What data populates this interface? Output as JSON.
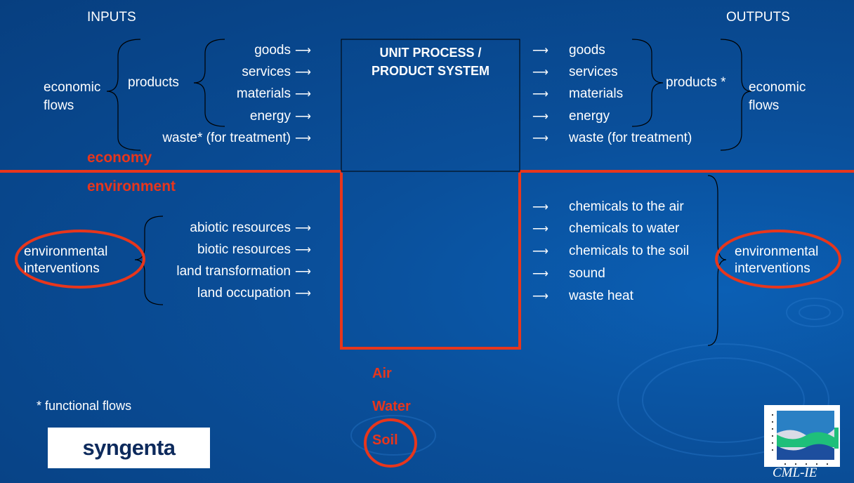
{
  "headers": {
    "inputs": "INPUTS",
    "outputs": "OUTPUTS"
  },
  "center": {
    "line1": "UNIT PROCESS /",
    "line2": "PRODUCT SYSTEM"
  },
  "left_economic": {
    "group": "economic\nflows",
    "sub": "products",
    "items": [
      "goods",
      "services",
      "materials",
      "energy"
    ],
    "waste": "waste* (for treatment)"
  },
  "right_economic": {
    "items": [
      "goods",
      "services",
      "materials",
      "energy",
      "waste (for treatment)"
    ],
    "sub": "products *",
    "group": "economic\nflows"
  },
  "labels": {
    "economy": "economy",
    "environment": "environment"
  },
  "left_environmental": {
    "group": "environmental\ninterventions",
    "items": [
      "abiotic resources",
      "biotic resources",
      "land transformation",
      "land occupation"
    ]
  },
  "right_environmental": {
    "items": [
      "chemicals to the air",
      "chemicals to water",
      "chemicals to the soil",
      "sound",
      "waste heat"
    ],
    "group": "environmental\ninterventions"
  },
  "media": {
    "air": "Air",
    "water": "Water",
    "soil": "Soil"
  },
  "footnote": "* functional flows",
  "logos": {
    "syngenta": "syngenta",
    "cml": "CML-IE"
  },
  "colors": {
    "highlight": "#e8361c",
    "background": "#0a4f9a"
  }
}
